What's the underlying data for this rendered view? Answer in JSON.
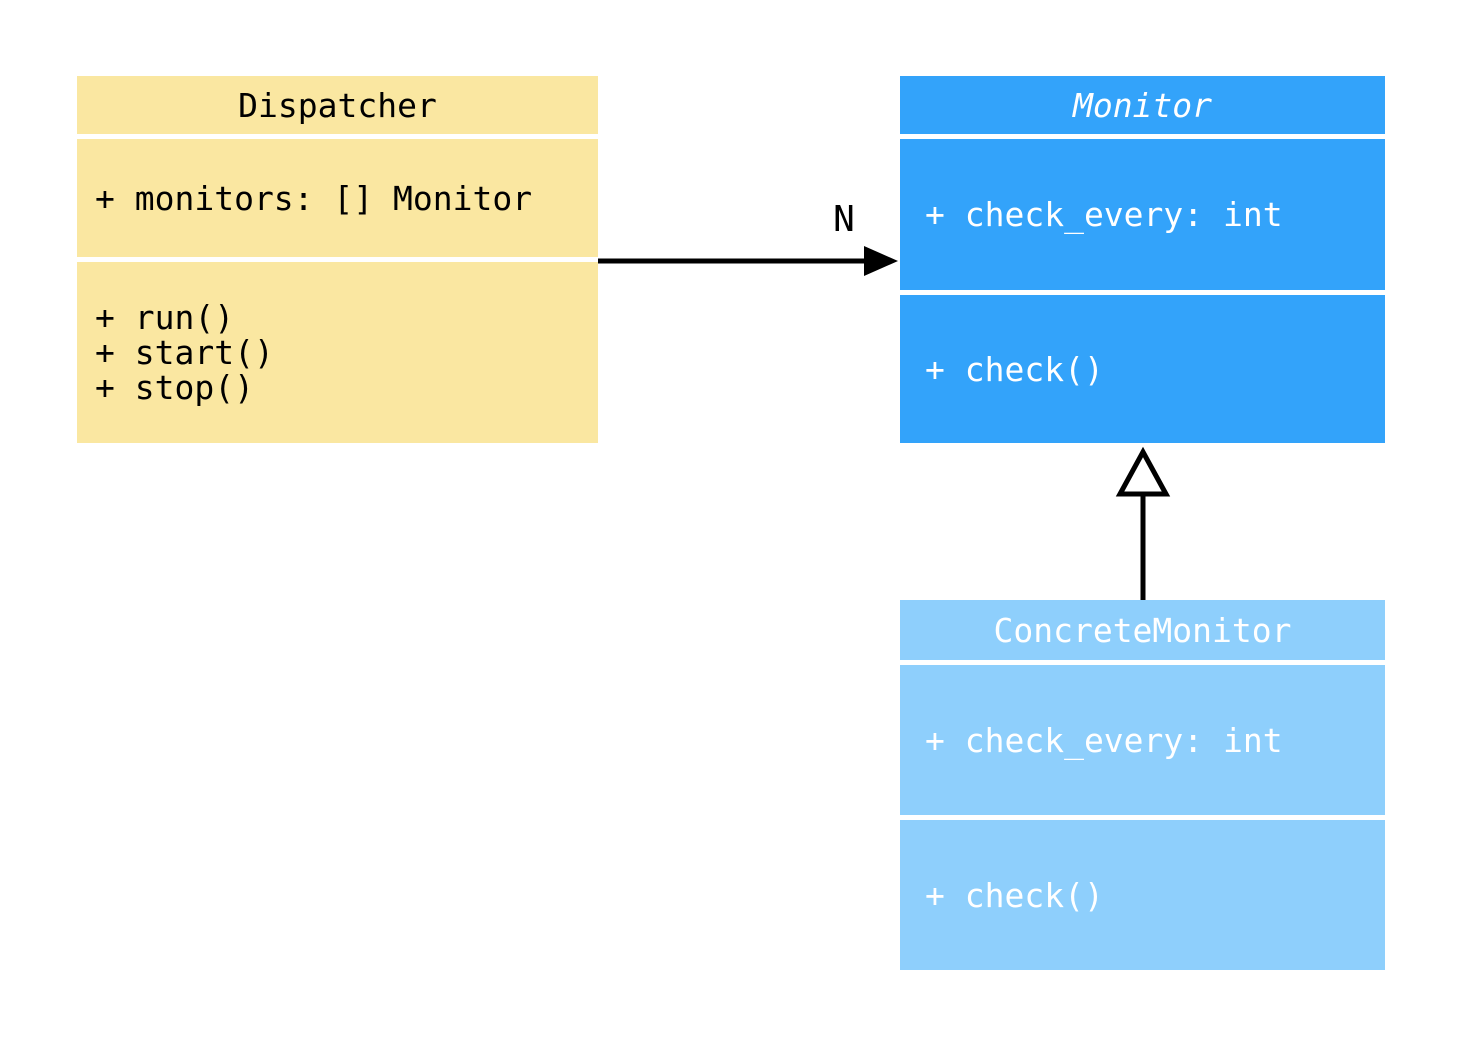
{
  "diagram": {
    "kind": "uml-class-diagram",
    "background_color": "#ffffff",
    "connector_color": "#000000",
    "classes": [
      {
        "id": "dispatcher",
        "title": "Dispatcher",
        "abstract": false,
        "fill": "#fae7a1",
        "text_color": "#000000",
        "attributes": [
          "+ monitors: [] Monitor"
        ],
        "methods": [
          "+ run()",
          "+ start()",
          "+ stop()"
        ]
      },
      {
        "id": "monitor",
        "title": "Monitor",
        "abstract": true,
        "fill": "#33a3fa",
        "text_color": "#ffffff",
        "attributes": [
          "+ check_every: int"
        ],
        "methods": [
          "+ check()"
        ]
      },
      {
        "id": "concrete_monitor",
        "title": "ConcreteMonitor",
        "abstract": false,
        "fill": "#8ecffc",
        "text_color": "#ffffff",
        "attributes": [
          "+ check_every: int"
        ],
        "methods": [
          "+ check()"
        ]
      }
    ],
    "relationships": [
      {
        "type": "association",
        "from": "Dispatcher",
        "to": "Monitor",
        "label": "N",
        "arrowhead": "filled-triangle"
      },
      {
        "type": "inheritance",
        "from": "ConcreteMonitor",
        "to": "Monitor",
        "label": "",
        "arrowhead": "hollow-triangle"
      }
    ]
  }
}
